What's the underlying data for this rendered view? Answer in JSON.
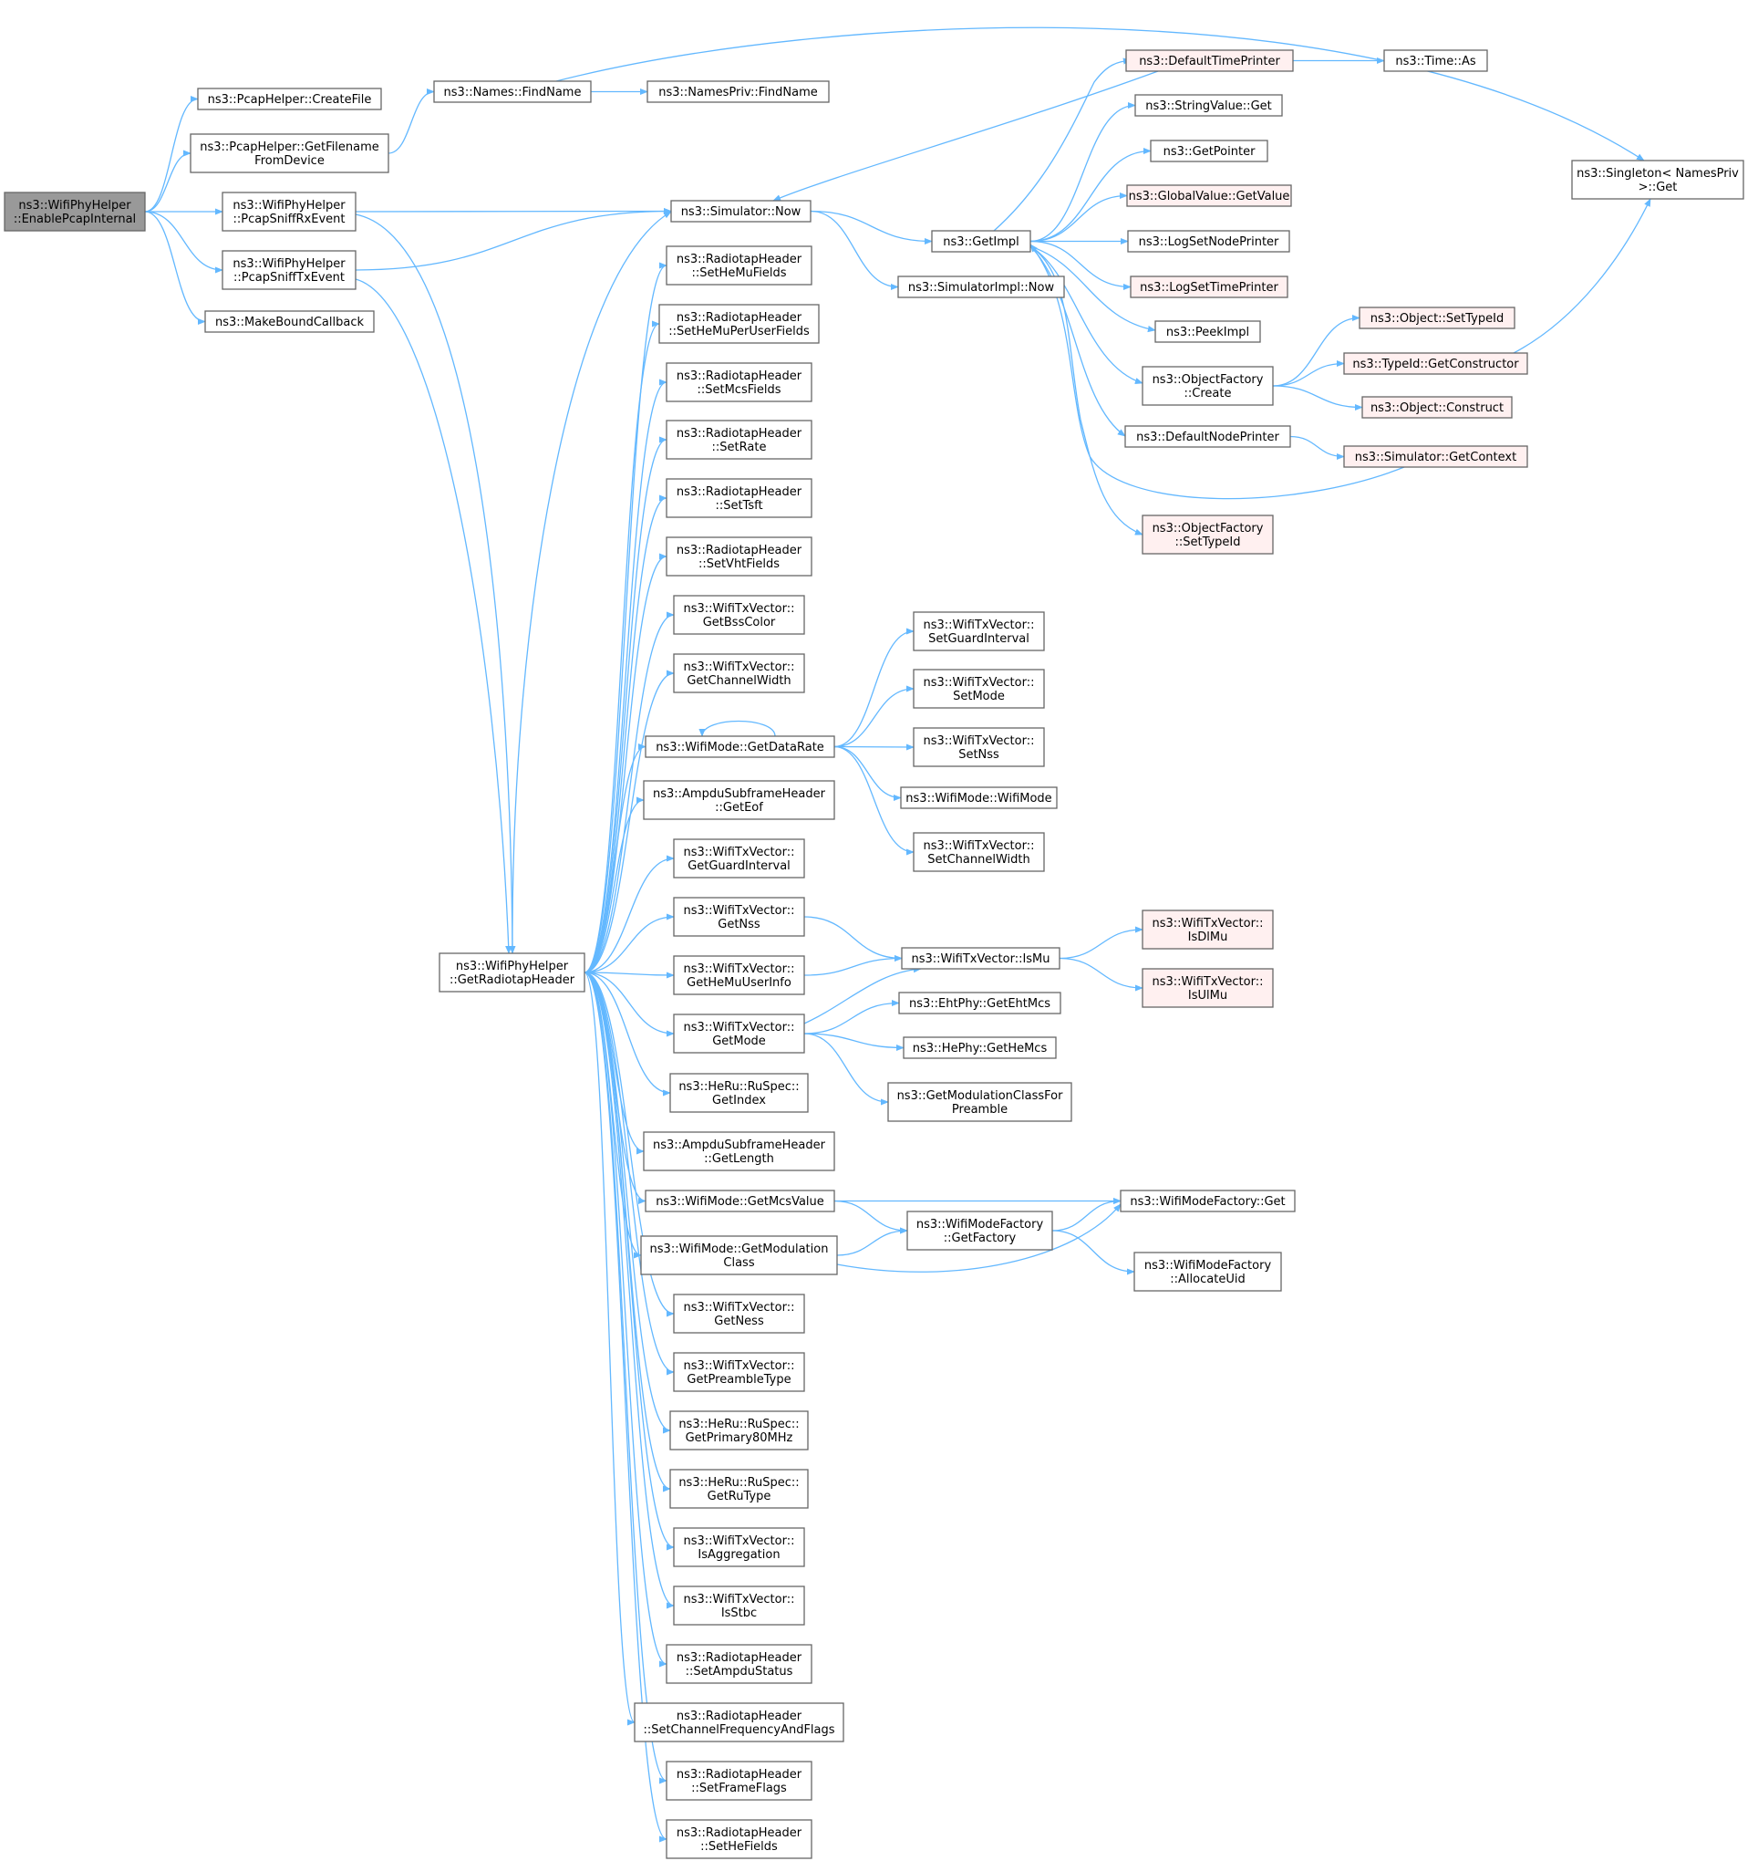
{
  "colors": {
    "edge": "#63b8ff",
    "node_fill": "#ffffff",
    "node_border": "#666666",
    "focus_fill": "#999999",
    "focus_border": "#666666",
    "incomplete_fill": "#fff0f0",
    "incomplete_border": "#ff0000"
  },
  "nodes": [
    {
      "id": "enable",
      "lines": [
        "ns3::WifiPhyHelper",
        "::EnablePcapInternal"
      ],
      "style": "focus"
    },
    {
      "id": "createfile",
      "lines": [
        "ns3::PcapHelper::CreateFile"
      ]
    },
    {
      "id": "getfilename",
      "lines": [
        "ns3::PcapHelper::GetFilename",
        "FromDevice"
      ]
    },
    {
      "id": "rxevent",
      "lines": [
        "ns3::WifiPhyHelper",
        "::PcapSniffRxEvent"
      ]
    },
    {
      "id": "txevent",
      "lines": [
        "ns3::WifiPhyHelper",
        "::PcapSniffTxEvent"
      ]
    },
    {
      "id": "makebound",
      "lines": [
        "ns3::MakeBoundCallback"
      ]
    },
    {
      "id": "findname",
      "lines": [
        "ns3::Names::FindName"
      ]
    },
    {
      "id": "npfindname",
      "lines": [
        "ns3::NamesPriv::FindName"
      ]
    },
    {
      "id": "singleton",
      "lines": [
        "ns3::Singleton< NamesPriv",
        ">::Get"
      ]
    },
    {
      "id": "simnow",
      "lines": [
        "ns3::Simulator::Now"
      ]
    },
    {
      "id": "getimpl",
      "lines": [
        "ns3::GetImpl"
      ]
    },
    {
      "id": "simimplnow",
      "lines": [
        "ns3::SimulatorImpl::Now"
      ]
    },
    {
      "id": "deftime",
      "lines": [
        "ns3::DefaultTimePrinter"
      ],
      "style": "red"
    },
    {
      "id": "timeas",
      "lines": [
        "ns3::Time::As"
      ]
    },
    {
      "id": "strget",
      "lines": [
        "ns3::StringValue::Get"
      ]
    },
    {
      "id": "getpointer",
      "lines": [
        "ns3::GetPointer"
      ]
    },
    {
      "id": "gvgetvalue",
      "lines": [
        "ns3::GlobalValue::GetValue"
      ],
      "style": "red"
    },
    {
      "id": "lognode",
      "lines": [
        "ns3::LogSetNodePrinter"
      ]
    },
    {
      "id": "logtime",
      "lines": [
        "ns3::LogSetTimePrinter"
      ],
      "style": "red"
    },
    {
      "id": "peekimpl",
      "lines": [
        "ns3::PeekImpl"
      ]
    },
    {
      "id": "ofcreate",
      "lines": [
        "ns3::ObjectFactory",
        "::Create"
      ]
    },
    {
      "id": "defnode",
      "lines": [
        "ns3::DefaultNodePrinter"
      ]
    },
    {
      "id": "ofsettypeid",
      "lines": [
        "ns3::ObjectFactory",
        "::SetTypeId"
      ],
      "style": "red"
    },
    {
      "id": "objsettypeid",
      "lines": [
        "ns3::Object::SetTypeId"
      ],
      "style": "red"
    },
    {
      "id": "typeidctor",
      "lines": [
        "ns3::TypeId::GetConstructor"
      ],
      "style": "red"
    },
    {
      "id": "objconstruct",
      "lines": [
        "ns3::Object::Construct"
      ],
      "style": "red"
    },
    {
      "id": "simgetctx",
      "lines": [
        "ns3::Simulator::GetContext"
      ],
      "style": "red"
    },
    {
      "id": "getradiotap",
      "lines": [
        "ns3::WifiPhyHelper",
        "::GetRadiotapHeader"
      ]
    },
    {
      "id": "sethemu",
      "lines": [
        "ns3::RadiotapHeader",
        "::SetHeMuFields"
      ]
    },
    {
      "id": "sethemuper",
      "lines": [
        "ns3::RadiotapHeader",
        "::SetHeMuPerUserFields"
      ]
    },
    {
      "id": "setmcs",
      "lines": [
        "ns3::RadiotapHeader",
        "::SetMcsFields"
      ]
    },
    {
      "id": "setrate",
      "lines": [
        "ns3::RadiotapHeader",
        "::SetRate"
      ]
    },
    {
      "id": "settsft",
      "lines": [
        "ns3::RadiotapHeader",
        "::SetTsft"
      ]
    },
    {
      "id": "setvht",
      "lines": [
        "ns3::RadiotapHeader",
        "::SetVhtFields"
      ]
    },
    {
      "id": "getbss",
      "lines": [
        "ns3::WifiTxVector::",
        "GetBssColor"
      ]
    },
    {
      "id": "getchw",
      "lines": [
        "ns3::WifiTxVector::",
        "GetChannelWidth"
      ]
    },
    {
      "id": "getdatarate",
      "lines": [
        "ns3::WifiMode::GetDataRate"
      ]
    },
    {
      "id": "geteof",
      "lines": [
        "ns3::AmpduSubframeHeader",
        "::GetEof"
      ]
    },
    {
      "id": "getgi",
      "lines": [
        "ns3::WifiTxVector::",
        "GetGuardInterval"
      ]
    },
    {
      "id": "getnss",
      "lines": [
        "ns3::WifiTxVector::",
        "GetNss"
      ]
    },
    {
      "id": "gethemu",
      "lines": [
        "ns3::WifiTxVector::",
        "GetHeMuUserInfo"
      ]
    },
    {
      "id": "getmode",
      "lines": [
        "ns3::WifiTxVector::",
        "GetMode"
      ]
    },
    {
      "id": "getindex",
      "lines": [
        "ns3::HeRu::RuSpec::",
        "GetIndex"
      ]
    },
    {
      "id": "getlength",
      "lines": [
        "ns3::AmpduSubframeHeader",
        "::GetLength"
      ]
    },
    {
      "id": "getmcsvalue",
      "lines": [
        "ns3::WifiMode::GetMcsValue"
      ]
    },
    {
      "id": "getmodclass",
      "lines": [
        "ns3::WifiMode::GetModulation",
        "Class"
      ]
    },
    {
      "id": "getness",
      "lines": [
        "ns3::WifiTxVector::",
        "GetNess"
      ]
    },
    {
      "id": "getpreamble",
      "lines": [
        "ns3::WifiTxVector::",
        "GetPreambleType"
      ]
    },
    {
      "id": "getprimary",
      "lines": [
        "ns3::HeRu::RuSpec::",
        "GetPrimary80MHz"
      ]
    },
    {
      "id": "getrutype",
      "lines": [
        "ns3::HeRu::RuSpec::",
        "GetRuType"
      ]
    },
    {
      "id": "isagg",
      "lines": [
        "ns3::WifiTxVector::",
        "IsAggregation"
      ]
    },
    {
      "id": "isstbc",
      "lines": [
        "ns3::WifiTxVector::",
        "IsStbc"
      ]
    },
    {
      "id": "setampdu",
      "lines": [
        "ns3::RadiotapHeader",
        "::SetAmpduStatus"
      ]
    },
    {
      "id": "setchfreq",
      "lines": [
        "ns3::RadiotapHeader",
        "::SetChannelFrequencyAndFlags"
      ]
    },
    {
      "id": "setframe",
      "lines": [
        "ns3::RadiotapHeader",
        "::SetFrameFlags"
      ]
    },
    {
      "id": "sethe",
      "lines": [
        "ns3::RadiotapHeader",
        "::SetHeFields"
      ]
    },
    {
      "id": "setgi",
      "lines": [
        "ns3::WifiTxVector::",
        "SetGuardInterval"
      ]
    },
    {
      "id": "setmode",
      "lines": [
        "ns3::WifiTxVector::",
        "SetMode"
      ]
    },
    {
      "id": "setnss",
      "lines": [
        "ns3::WifiTxVector::",
        "SetNss"
      ]
    },
    {
      "id": "wifimode",
      "lines": [
        "ns3::WifiMode::WifiMode"
      ]
    },
    {
      "id": "setchw",
      "lines": [
        "ns3::WifiTxVector::",
        "SetChannelWidth"
      ]
    },
    {
      "id": "ismu",
      "lines": [
        "ns3::WifiTxVector::IsMu"
      ]
    },
    {
      "id": "isdlmu",
      "lines": [
        "ns3::WifiTxVector::",
        "IsDlMu"
      ],
      "style": "red"
    },
    {
      "id": "isulmu",
      "lines": [
        "ns3::WifiTxVector::",
        "IsUlMu"
      ],
      "style": "red"
    },
    {
      "id": "ehtmcs",
      "lines": [
        "ns3::EhtPhy::GetEhtMcs"
      ]
    },
    {
      "id": "hemcs",
      "lines": [
        "ns3::HePhy::GetHeMcs"
      ]
    },
    {
      "id": "modclasspre",
      "lines": [
        "ns3::GetModulationClassFor",
        "Preamble"
      ]
    },
    {
      "id": "wmfget",
      "lines": [
        "ns3::WifiModeFactory::Get"
      ]
    },
    {
      "id": "wmfgetfactory",
      "lines": [
        "ns3::WifiModeFactory",
        "::GetFactory"
      ]
    },
    {
      "id": "wmfalloc",
      "lines": [
        "ns3::WifiModeFactory",
        "::AllocateUid"
      ]
    }
  ],
  "edges": [
    [
      "enable",
      "createfile"
    ],
    [
      "enable",
      "getfilename"
    ],
    [
      "enable",
      "rxevent"
    ],
    [
      "enable",
      "txevent"
    ],
    [
      "enable",
      "makebound"
    ],
    [
      "getfilename",
      "findname"
    ],
    [
      "findname",
      "npfindname"
    ],
    [
      "findname",
      "singleton"
    ],
    [
      "rxevent",
      "simnow"
    ],
    [
      "rxevent",
      "getradiotap"
    ],
    [
      "txevent",
      "simnow"
    ],
    [
      "txevent",
      "getradiotap"
    ],
    [
      "simnow",
      "getimpl"
    ],
    [
      "simnow",
      "simimplnow"
    ],
    [
      "getimpl",
      "deftime"
    ],
    [
      "getimpl",
      "strget"
    ],
    [
      "getimpl",
      "getpointer"
    ],
    [
      "getimpl",
      "gvgetvalue"
    ],
    [
      "getimpl",
      "lognode"
    ],
    [
      "getimpl",
      "logtime"
    ],
    [
      "getimpl",
      "peekimpl"
    ],
    [
      "getimpl",
      "ofcreate"
    ],
    [
      "getimpl",
      "defnode"
    ],
    [
      "getimpl",
      "ofsettypeid"
    ],
    [
      "deftime",
      "timeas"
    ],
    [
      "deftime",
      "simnow"
    ],
    [
      "ofcreate",
      "objsettypeid"
    ],
    [
      "ofcreate",
      "typeidctor"
    ],
    [
      "ofcreate",
      "objconstruct"
    ],
    [
      "typeidctor",
      "singleton"
    ],
    [
      "defnode",
      "simgetctx"
    ],
    [
      "simgetctx",
      "getimpl"
    ],
    [
      "getradiotap",
      "simnow"
    ],
    [
      "getradiotap",
      "sethemu"
    ],
    [
      "getradiotap",
      "sethemuper"
    ],
    [
      "getradiotap",
      "setmcs"
    ],
    [
      "getradiotap",
      "setrate"
    ],
    [
      "getradiotap",
      "settsft"
    ],
    [
      "getradiotap",
      "setvht"
    ],
    [
      "getradiotap",
      "getbss"
    ],
    [
      "getradiotap",
      "getchw"
    ],
    [
      "getradiotap",
      "getdatarate"
    ],
    [
      "getradiotap",
      "geteof"
    ],
    [
      "getradiotap",
      "getgi"
    ],
    [
      "getradiotap",
      "getnss"
    ],
    [
      "getradiotap",
      "gethemu"
    ],
    [
      "getradiotap",
      "getmode"
    ],
    [
      "getradiotap",
      "getindex"
    ],
    [
      "getradiotap",
      "getlength"
    ],
    [
      "getradiotap",
      "getmcsvalue"
    ],
    [
      "getradiotap",
      "getmodclass"
    ],
    [
      "getradiotap",
      "getness"
    ],
    [
      "getradiotap",
      "getpreamble"
    ],
    [
      "getradiotap",
      "getprimary"
    ],
    [
      "getradiotap",
      "getrutype"
    ],
    [
      "getradiotap",
      "isagg"
    ],
    [
      "getradiotap",
      "isstbc"
    ],
    [
      "getradiotap",
      "setampdu"
    ],
    [
      "getradiotap",
      "setchfreq"
    ],
    [
      "getradiotap",
      "setframe"
    ],
    [
      "getradiotap",
      "sethe"
    ],
    [
      "getdatarate",
      "getdatarate"
    ],
    [
      "getdatarate",
      "setgi"
    ],
    [
      "getdatarate",
      "setmode"
    ],
    [
      "getdatarate",
      "setnss"
    ],
    [
      "getdatarate",
      "wifimode"
    ],
    [
      "getdatarate",
      "setchw"
    ],
    [
      "getnss",
      "ismu"
    ],
    [
      "gethemu",
      "ismu"
    ],
    [
      "getmode",
      "ismu"
    ],
    [
      "getmode",
      "ehtmcs"
    ],
    [
      "getmode",
      "hemcs"
    ],
    [
      "getmode",
      "modclasspre"
    ],
    [
      "ismu",
      "isdlmu"
    ],
    [
      "ismu",
      "isulmu"
    ],
    [
      "getmcsvalue",
      "wmfget"
    ],
    [
      "getmcsvalue",
      "wmfgetfactory"
    ],
    [
      "getmodclass",
      "wmfgetfactory"
    ],
    [
      "getmodclass",
      "wmfget"
    ],
    [
      "wmfgetfactory",
      "wmfget"
    ],
    [
      "wmfgetfactory",
      "wmfalloc"
    ]
  ]
}
